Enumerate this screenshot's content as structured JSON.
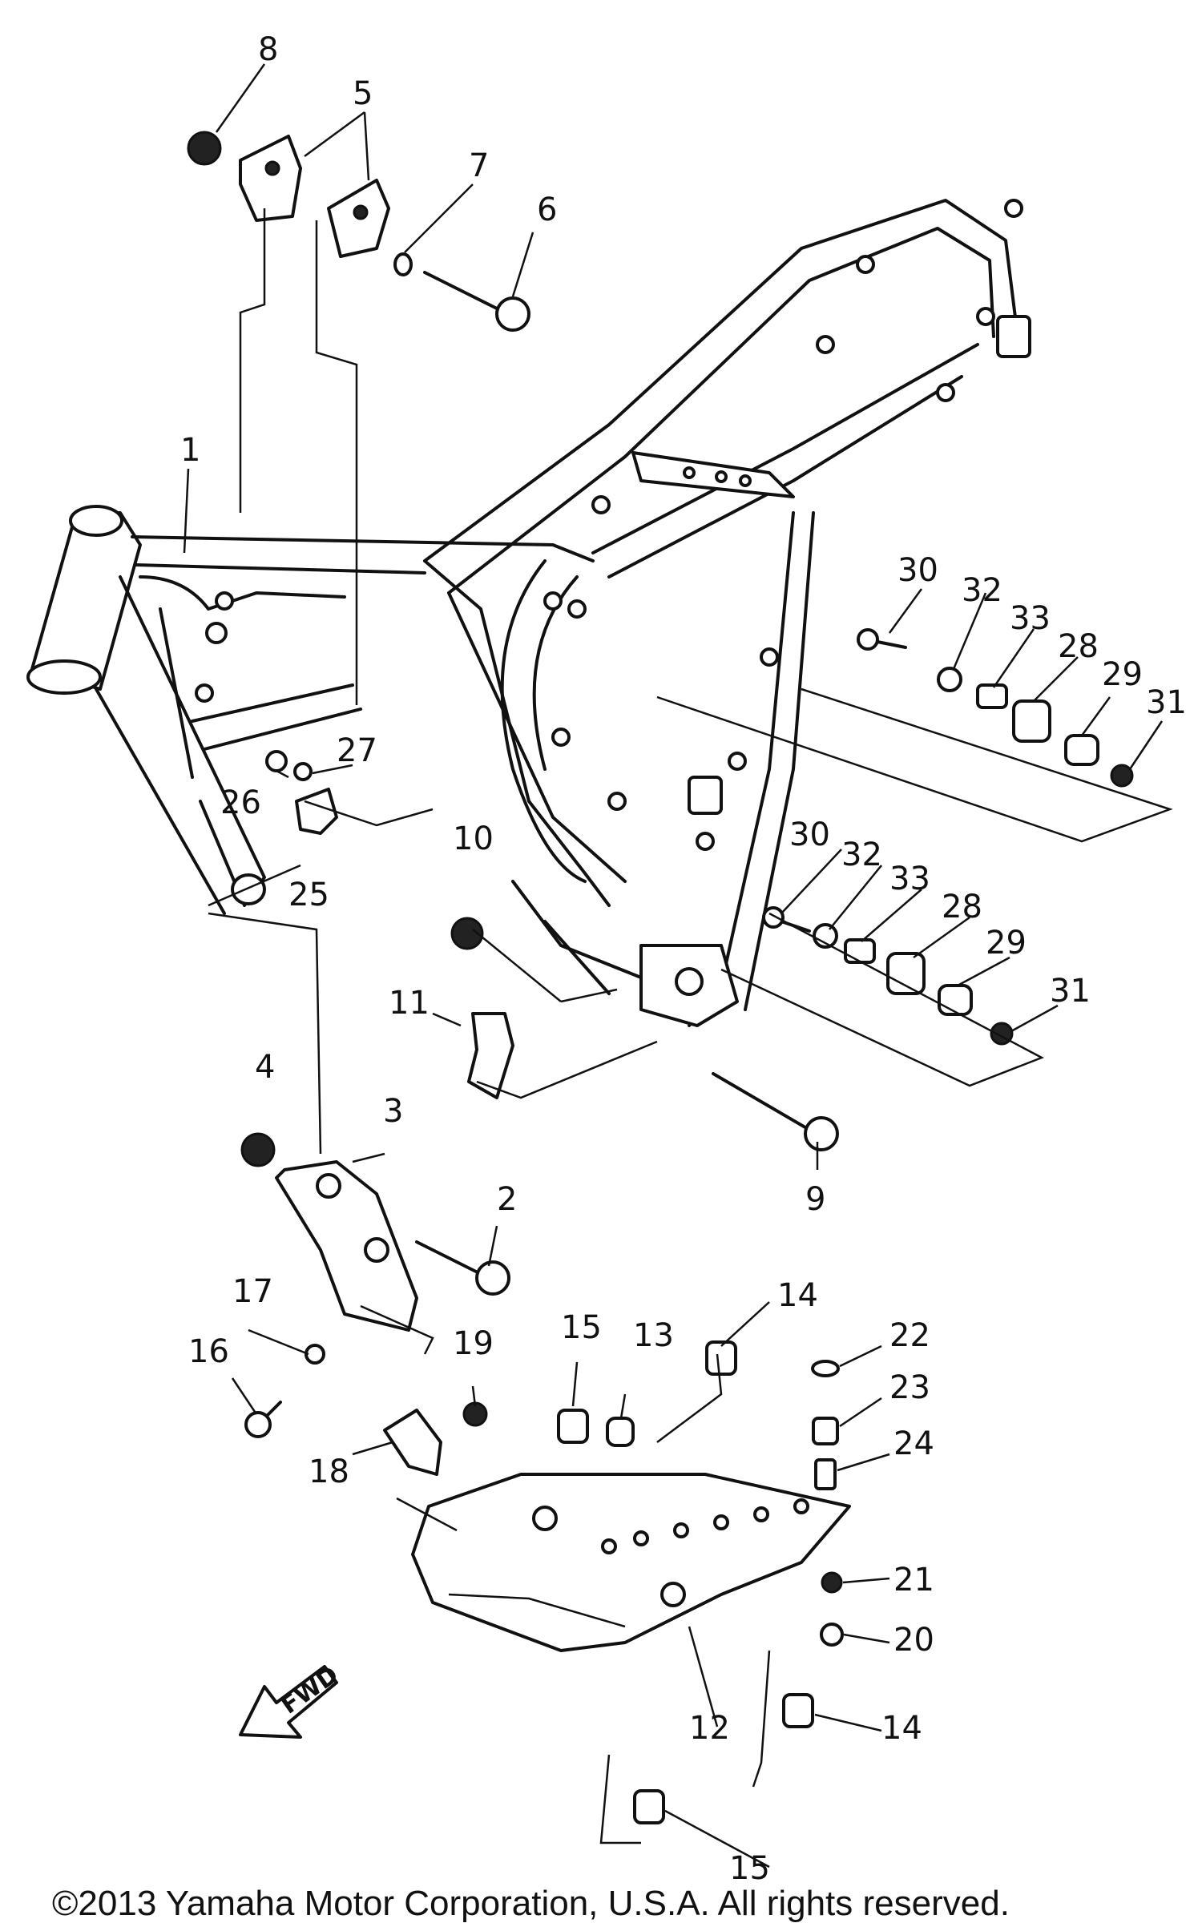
{
  "copyright": "©2013 Yamaha Motor Corporation, U.S.A. All rights reserved.",
  "fwd_label": "FWD",
  "callouts": [
    "1",
    "2",
    "3",
    "4",
    "5",
    "6",
    "7",
    "8",
    "9",
    "10",
    "11",
    "12",
    "13",
    "14",
    "14",
    "15",
    "15",
    "16",
    "17",
    "18",
    "19",
    "20",
    "21",
    "22",
    "23",
    "24",
    "25",
    "26",
    "27",
    "28",
    "28",
    "29",
    "29",
    "30",
    "30",
    "31",
    "31",
    "32",
    "32",
    "33",
    "33"
  ]
}
